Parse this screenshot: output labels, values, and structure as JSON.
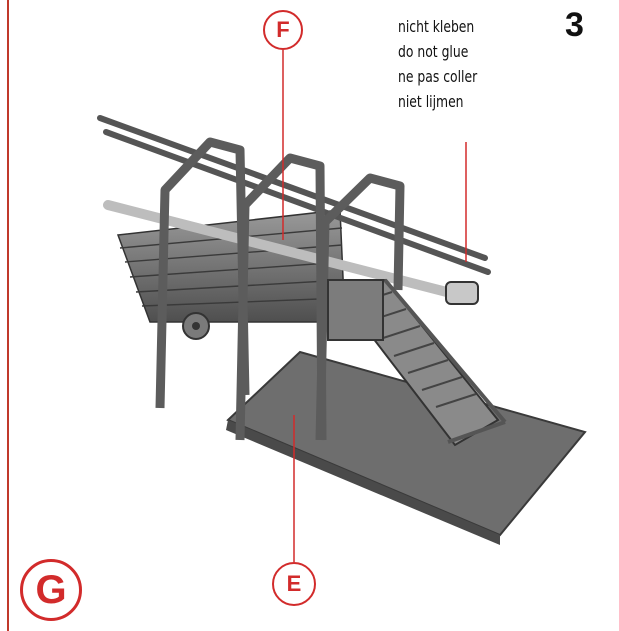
{
  "step": {
    "number": "3"
  },
  "note": {
    "lines": [
      "nicht kleben",
      "do not glue",
      "ne pas coller",
      "niet lijmen"
    ]
  },
  "callouts": {
    "f": "F",
    "e": "E",
    "g": "G"
  },
  "colors": {
    "accent": "#d22b2b",
    "text": "#111111",
    "model": "#6b6b6b"
  }
}
